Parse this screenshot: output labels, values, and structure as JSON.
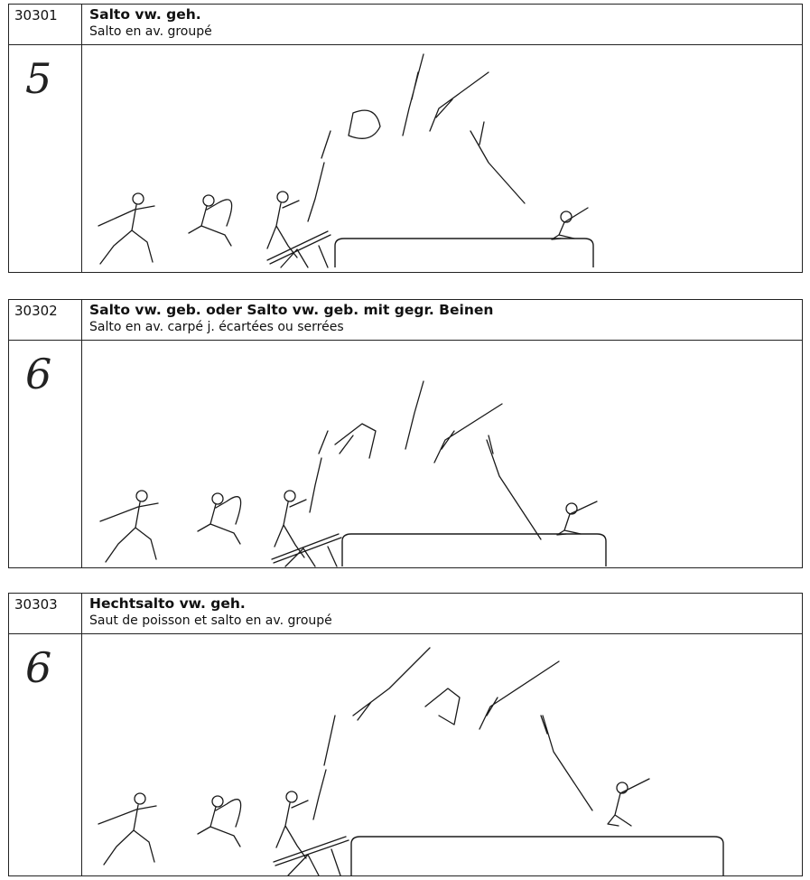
{
  "elements": [
    {
      "code": "30301",
      "title_de": "Salto vw. geh.",
      "title_fr": "Salto en av. groupé",
      "value": "5"
    },
    {
      "code": "30302",
      "title_de": "Salto vw. geb. oder Salto vw. geb. mit gegr. Beinen",
      "title_fr": "Salto en av. carpé j. écartées ou serrées",
      "value": "6"
    },
    {
      "code": "30303",
      "title_de": "Hechtsalto vw. geh.",
      "title_fr": "Saut de poisson et salto en av. groupé",
      "value": "6"
    }
  ]
}
